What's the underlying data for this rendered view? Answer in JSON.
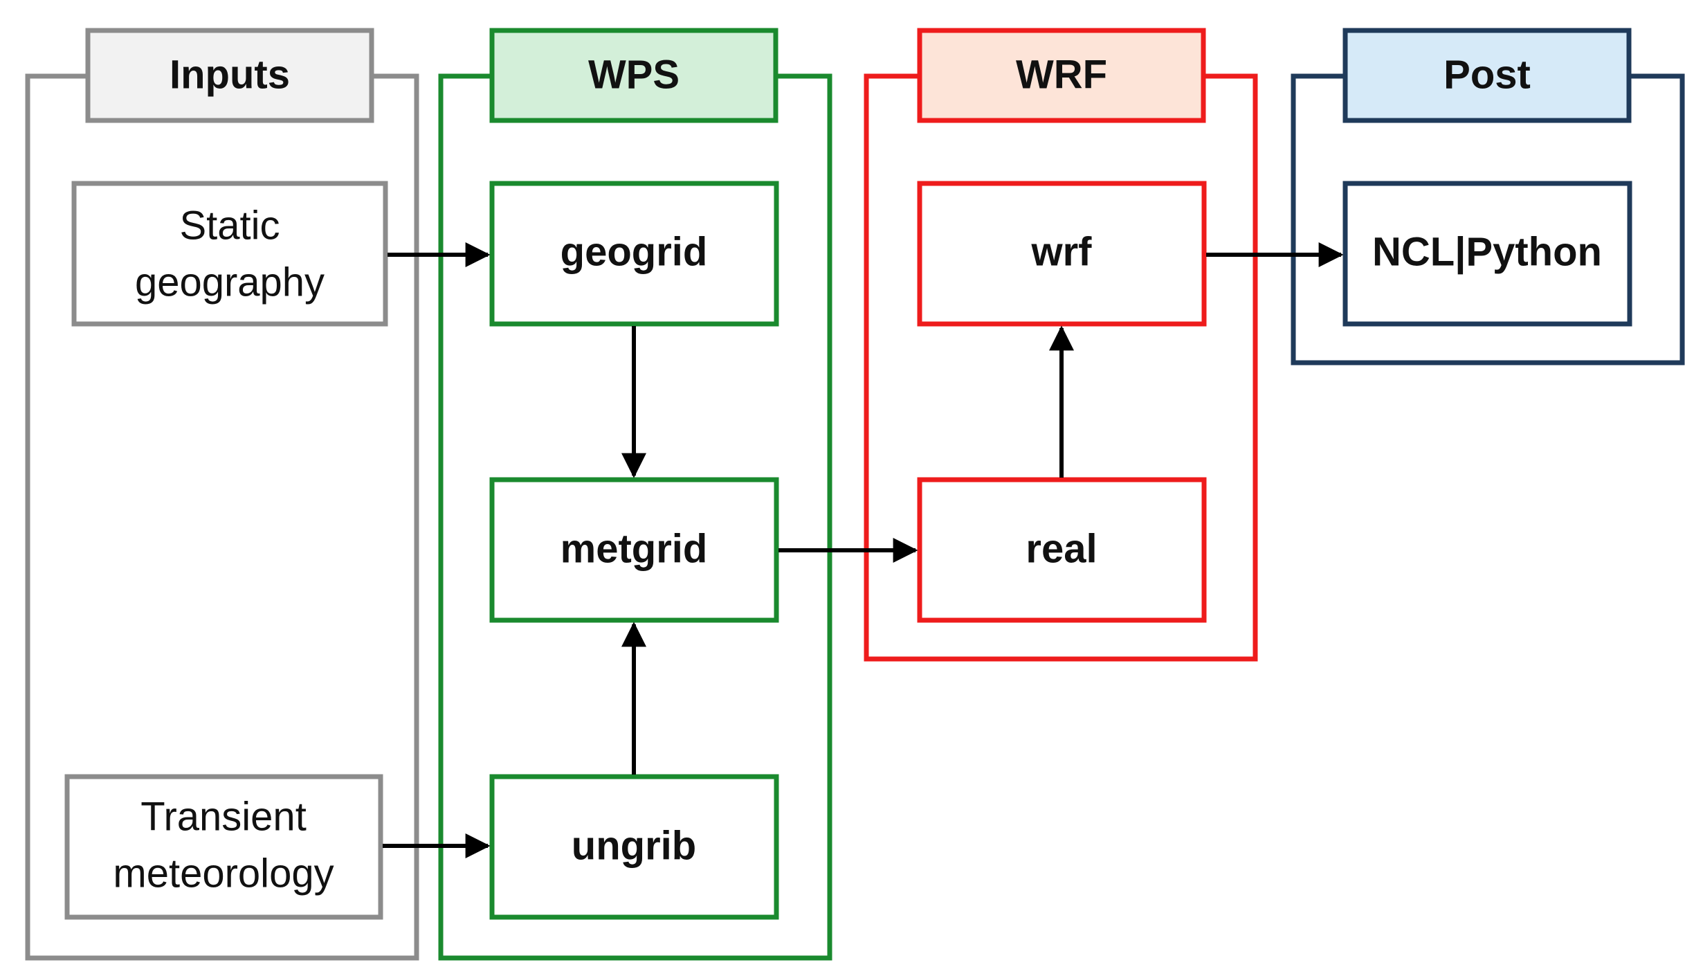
{
  "colors": {
    "inputs": "#8c8c8c",
    "inputs_header_fill": "#f2f2f2",
    "wps": "#1a8a2e",
    "wps_header_fill": "#d3efd9",
    "wrf": "#ee1c1c",
    "wrf_header_fill": "#fde4d8",
    "post": "#1f3a5a",
    "post_header_fill": "#d6eaf8",
    "arrow": "#000000",
    "text": "#111111"
  },
  "groups": {
    "inputs": {
      "label": "Inputs"
    },
    "wps": {
      "label": "WPS"
    },
    "wrf": {
      "label": "WRF"
    },
    "post": {
      "label": "Post"
    }
  },
  "nodes": {
    "static": {
      "line1": "Static",
      "line2": "geography"
    },
    "transient": {
      "line1": "Transient",
      "line2": "meteorology"
    },
    "geogrid": {
      "label": "geogrid"
    },
    "metgrid": {
      "label": "metgrid"
    },
    "ungrib": {
      "label": "ungrib"
    },
    "wrf": {
      "label": "wrf"
    },
    "real": {
      "label": "real"
    },
    "ncl": {
      "label": "NCL|Python"
    }
  },
  "edges": [
    {
      "from": "static",
      "to": "geogrid"
    },
    {
      "from": "transient",
      "to": "ungrib"
    },
    {
      "from": "geogrid",
      "to": "metgrid"
    },
    {
      "from": "ungrib",
      "to": "metgrid"
    },
    {
      "from": "metgrid",
      "to": "real"
    },
    {
      "from": "real",
      "to": "wrf"
    },
    {
      "from": "wrf",
      "to": "ncl"
    }
  ]
}
